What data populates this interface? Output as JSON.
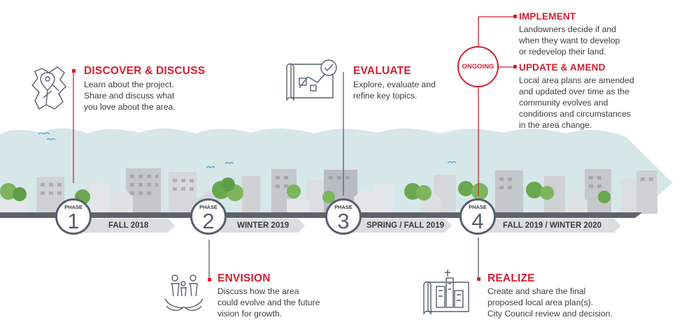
{
  "colors": {
    "accent": "#d12030",
    "dark_gray": "#56606b",
    "sky": "#d6e7ea",
    "road": "#5e636b",
    "band": "#dcdde0",
    "tree": "#6aa84f"
  },
  "steps": {
    "discover": {
      "title": "DISCOVER & DISCUSS",
      "body": "Learn about the project.\nShare and discuss what\nyou love about the area.",
      "icon": "map-pin-icon"
    },
    "envision": {
      "title": "ENVISION",
      "body": "Discuss how the area\ncould evolve and the future\nvision for growth.",
      "icon": "family-hands-icon"
    },
    "evaluate": {
      "title": "EVALUATE",
      "body": "Explore, evaluate and\nrefine key topics.",
      "icon": "plan-checkmark-icon"
    },
    "implement": {
      "title": "IMPLEMENT",
      "body": "Landowners decide if and\nwhen they want to develop\nor redevelop their land."
    },
    "update": {
      "title": "UPDATE & AMEND",
      "body": "Local area plans are amended\nand updated over time as the\ncommunity evolves and\nconditions and circumstances\nin the area change."
    },
    "realize": {
      "title": "REALIZE",
      "body": "Create and share the final\nproposed local area plan(s).\nCity Council review and decision.",
      "icon": "blueprint-city-icon"
    }
  },
  "ongoing_label": "ONGOING",
  "phases": [
    {
      "label": "PHASE",
      "number": "1",
      "period": "FALL 2018"
    },
    {
      "label": "PHASE",
      "number": "2",
      "period": "WINTER 2019"
    },
    {
      "label": "PHASE",
      "number": "3",
      "period": "SPRING / FALL 2019"
    },
    {
      "label": "PHASE",
      "number": "4",
      "period": "FALL 2019 / WINTER 2020"
    }
  ]
}
